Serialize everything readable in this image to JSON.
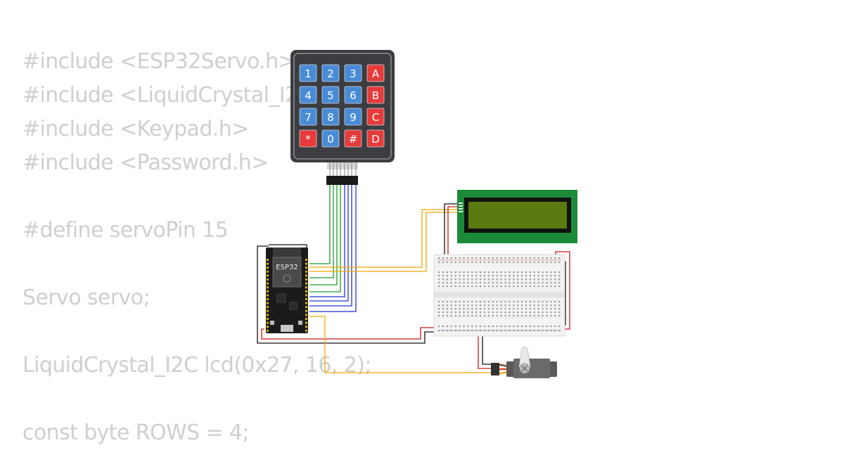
{
  "code_lines": [
    "#include <ESP32Servo.h>",
    "#include <LiquidCrystal_I2C.h>",
    "#include <Keypad.h>",
    "#include <Password.h>",
    "",
    "#define servoPin 15",
    "",
    "Servo servo;",
    "",
    "LiquidCrystal_I2C lcd(0x27, 16, 2);",
    "",
    "const byte ROWS = 4;"
  ],
  "keypad": {
    "keys": [
      "1",
      "2",
      "3",
      "A",
      "4",
      "5",
      "6",
      "B",
      "7",
      "8",
      "9",
      "C",
      "*",
      "0",
      "#",
      "D"
    ]
  },
  "esp32": {
    "label": "ESP32"
  },
  "colors": {
    "key_blue": "#4a8bd6",
    "key_red": "#e53b3b",
    "keypad_body": "#3b3d40",
    "lcd_pcb": "#1d8a3a",
    "lcd_screen": "#5b7a10",
    "wire_green": "#1c9a2a",
    "wire_blue": "#2233cc",
    "wire_yellow": "#f0a800",
    "wire_red": "#d01818",
    "wire_black": "#111111"
  }
}
